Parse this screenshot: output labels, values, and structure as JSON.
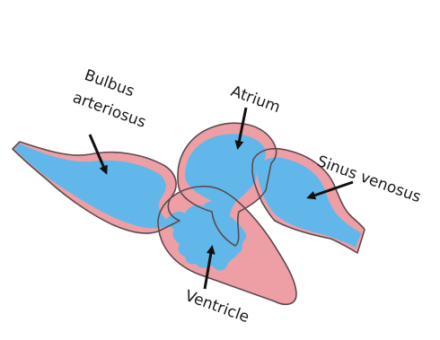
{
  "labels": {
    "bulbus_line1": "Bulbus",
    "bulbus_line2": "arteriosus",
    "atrium": "Atrium",
    "sinus_venosus": "Sinus venosus",
    "ventricle": "Ventricle"
  },
  "colors": {
    "tissue_pink": "#ee9fa6",
    "lumen_blue": "#62b7ea",
    "outline": "#5c4a4e",
    "arrow": "#111111",
    "text": "#1a1a1a"
  }
}
